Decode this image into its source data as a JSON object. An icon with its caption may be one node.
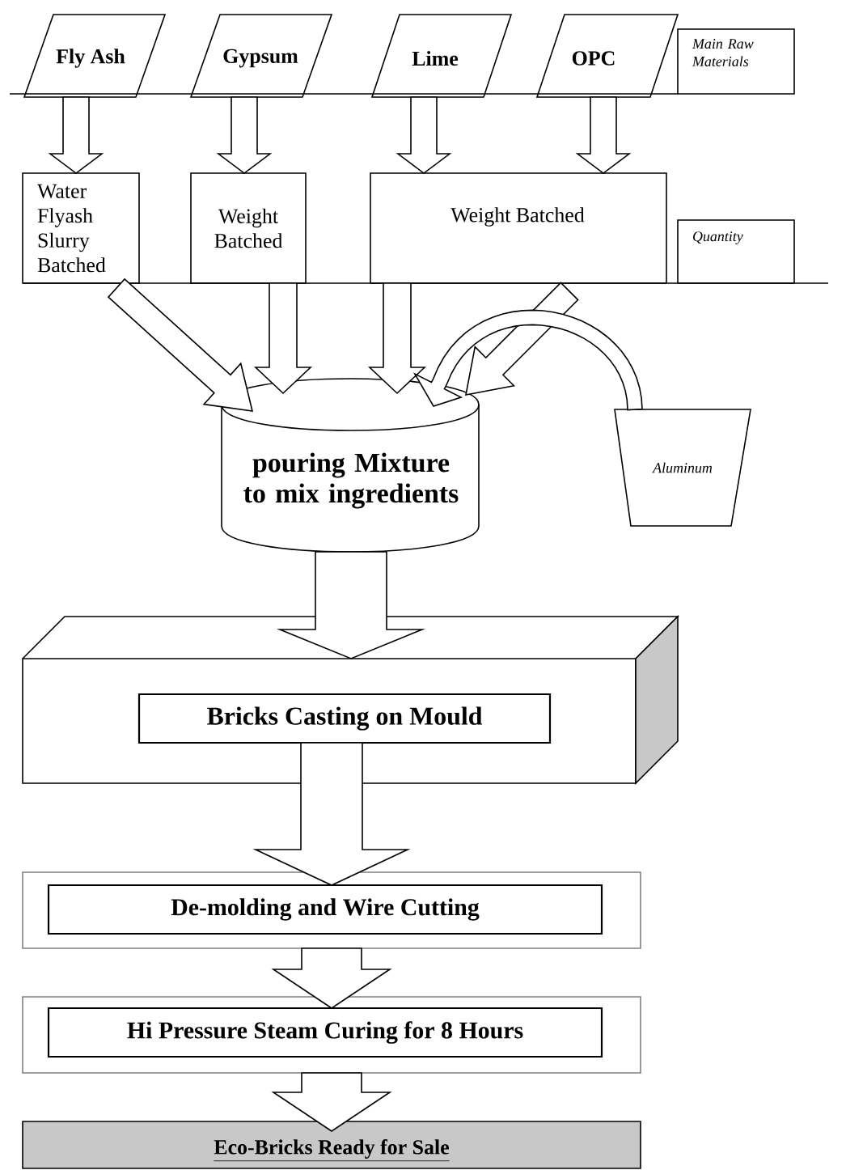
{
  "diagram": {
    "nodes": [
      {
        "text": [
          "Fly Ash"
        ]
      },
      {
        "text": [
          "Gypsum"
        ]
      },
      {
        "text": [
          "Lime"
        ]
      },
      {
        "text": [
          "OPC"
        ]
      },
      {
        "text": [
          "Main Raw Materials"
        ]
      },
      {
        "text": [
          "Water Flyash Slurry Batched"
        ]
      },
      {
        "text": [
          "Weight Batched"
        ]
      },
      {
        "text": [
          "Weight Batched"
        ]
      },
      {
        "text": [
          "Quantity"
        ]
      },
      {
        "text": [
          "pouring Mixture to mix ingredients"
        ]
      },
      {
        "text": [
          "Aluminum"
        ]
      },
      {
        "text": [],
        "shape": "box"
      },
      {
        "text": [
          "Bricks Casting on Mould"
        ],
        "in": 11
      },
      {
        "text": [],
        "shape": "box"
      },
      {
        "text": [
          "De-molding and Wire Cutting"
        ],
        "in": 13
      },
      {
        "text": [],
        "shape": "box"
      },
      {
        "text": [
          "Hi Pressure Steam Curing for 8 Hours"
        ],
        "in": 15
      },
      {
        "text": [
          "Eco-Bricks Ready for Sale"
        ]
      }
    ],
    "edges": [
      {
        "from": 0,
        "to": 5,
        "arrow": "to"
      },
      {
        "from": 1,
        "to": 6,
        "arrow": "to"
      },
      {
        "from": 2,
        "to": 7,
        "arrow": "to"
      },
      {
        "from": 3,
        "to": 7,
        "arrow": "to"
      },
      {
        "from": 5,
        "to": 9,
        "arrow": "to"
      },
      {
        "from": 6,
        "to": 9,
        "arrow": "to"
      },
      {
        "from": 7,
        "to": 9,
        "arrow": "to"
      },
      {
        "from": 7,
        "to": 9,
        "arrow": "to"
      },
      {
        "from": 10,
        "to": 9,
        "arrow": "to"
      },
      {
        "from": 9,
        "to": 11,
        "arrow": "to"
      },
      {
        "from": 12,
        "to": 14,
        "arrow": "to"
      },
      {
        "from": 13,
        "to": 16,
        "arrow": "to"
      },
      {
        "from": 15,
        "to": 17,
        "arrow": "to"
      }
    ]
  }
}
